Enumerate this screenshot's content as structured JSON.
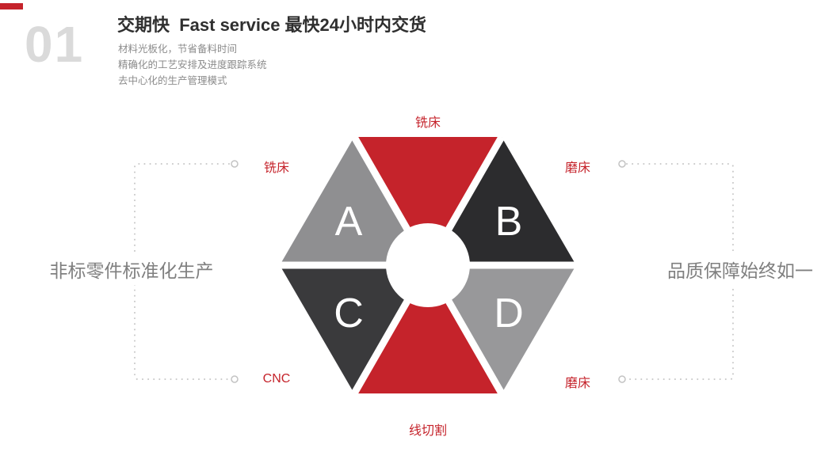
{
  "header": {
    "index": "01",
    "title": "交期快  Fast service 最快24小时内交货",
    "bullets": [
      "材料光板化，节省备料时间",
      "精确化的工艺安排及进度跟踪系统",
      "去中心化的生产管理模式"
    ]
  },
  "diagram": {
    "segments": {
      "top": {
        "label": "铣床",
        "color": "#c5232b"
      },
      "upper_left": {
        "letter": "A",
        "label": "铣床",
        "color": "#8f8f91"
      },
      "upper_right": {
        "letter": "B",
        "label": "磨床",
        "color": "#2c2c2e"
      },
      "lower_left": {
        "letter": "C",
        "label": "CNC",
        "color": "#3a3a3c"
      },
      "lower_right": {
        "letter": "D",
        "label": "磨床",
        "color": "#98989a"
      },
      "bottom": {
        "label": "线切割",
        "color": "#c5232b"
      }
    },
    "side_left": "非标零件标准化生产",
    "side_right": "品质保障始终如一"
  },
  "colors": {
    "accent_red": "#c5232b",
    "label_red": "#c5232b",
    "index_gray": "#dadada",
    "title_dark": "#2f2f2f",
    "body_gray": "#8c8c8c",
    "side_text_gray": "#7f7f7f",
    "connector_gray": "#c8c8c8"
  }
}
